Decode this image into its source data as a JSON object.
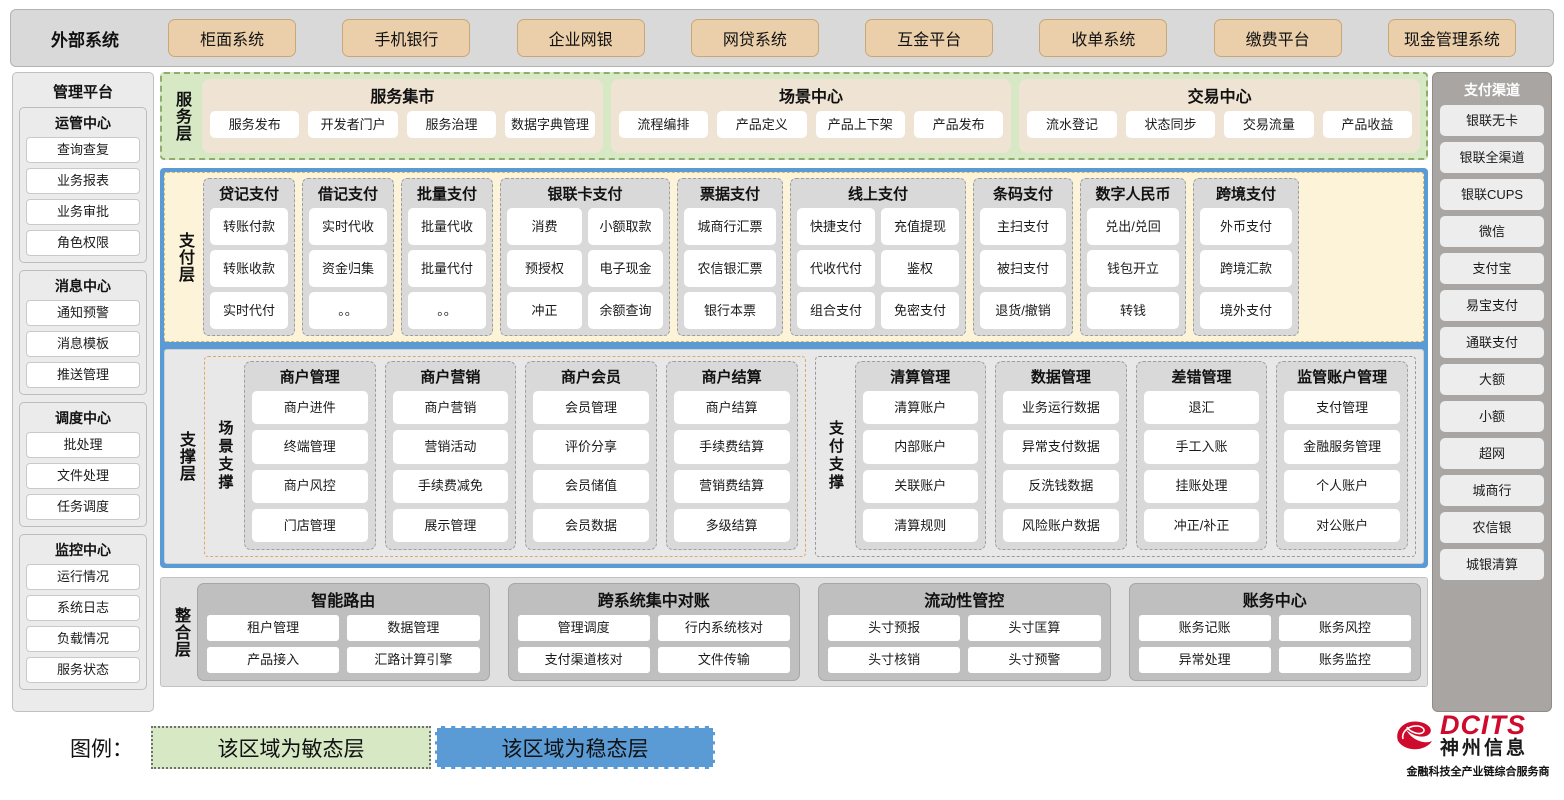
{
  "topbar": {
    "title": "外部系统",
    "items": [
      "柜面系统",
      "手机银行",
      "企业网银",
      "网贷系统",
      "互金平台",
      "收单系统",
      "缴费平台",
      "现金管理系统"
    ]
  },
  "left_sidebar": {
    "title": "管理平台",
    "groups": [
      {
        "title": "运管中心",
        "items": [
          "查询查复",
          "业务报表",
          "业务审批",
          "角色权限"
        ]
      },
      {
        "title": "消息中心",
        "items": [
          "通知预警",
          "消息模板",
          "推送管理"
        ]
      },
      {
        "title": "调度中心",
        "items": [
          "批处理",
          "文件处理",
          "任务调度"
        ]
      },
      {
        "title": "监控中心",
        "items": [
          "运行情况",
          "系统日志",
          "负载情况",
          "服务状态"
        ]
      }
    ]
  },
  "right_sidebar": {
    "title": "支付渠道",
    "items": [
      "银联无卡",
      "银联全渠道",
      "银联CUPS",
      "微信",
      "支付宝",
      "易宝支付",
      "通联支付",
      "大额",
      "小额",
      "超网",
      "城商行",
      "农信银",
      "城银清算"
    ]
  },
  "service_layer": {
    "label": "服务层",
    "groups": [
      {
        "title": "服务集市",
        "items": [
          "服务发布",
          "开发者门户",
          "服务治理",
          "数据字典管理"
        ]
      },
      {
        "title": "场景中心",
        "items": [
          "流程编排",
          "产品定义",
          "产品上下架",
          "产品发布"
        ]
      },
      {
        "title": "交易中心",
        "items": [
          "流水登记",
          "状态同步",
          "交易流量",
          "产品收益"
        ]
      }
    ]
  },
  "payment_layer": {
    "label": "支付层",
    "columns": [
      {
        "title": "贷记支付",
        "cols": 1,
        "width": 92,
        "items": [
          "转账付款",
          "转账收款",
          "实时代付"
        ]
      },
      {
        "title": "借记支付",
        "cols": 1,
        "width": 92,
        "items": [
          "实时代收",
          "资金归集",
          "。。"
        ]
      },
      {
        "title": "批量支付",
        "cols": 1,
        "width": 92,
        "items": [
          "批量代收",
          "批量代付",
          "。。"
        ]
      },
      {
        "title": "银联卡支付",
        "cols": 2,
        "width": 170,
        "items": [
          "消费",
          "小额取款",
          "预授权",
          "电子现金",
          "冲正",
          "余额查询"
        ]
      },
      {
        "title": "票据支付",
        "cols": 1,
        "width": 106,
        "items": [
          "城商行汇票",
          "农信银汇票",
          "银行本票"
        ]
      },
      {
        "title": "线上支付",
        "cols": 2,
        "width": 176,
        "items": [
          "快捷支付",
          "充值提现",
          "代收代付",
          "鉴权",
          "组合支付",
          "免密支付"
        ]
      },
      {
        "title": "条码支付",
        "cols": 1,
        "width": 100,
        "items": [
          "主扫支付",
          "被扫支付",
          "退货/撤销"
        ]
      },
      {
        "title": "数字人民币",
        "cols": 1,
        "width": 106,
        "items": [
          "兑出/兑回",
          "钱包开立",
          "转钱"
        ]
      },
      {
        "title": "跨境支付",
        "cols": 1,
        "width": 106,
        "items": [
          "外币支付",
          "跨境汇款",
          "境外支付"
        ]
      }
    ]
  },
  "support_layer": {
    "label": "支撑层",
    "scene": {
      "sublabel": "场景支撑",
      "columns": [
        {
          "title": "商户管理",
          "items": [
            "商户进件",
            "终端管理",
            "商户风控",
            "门店管理"
          ]
        },
        {
          "title": "商户营销",
          "items": [
            "商户营销",
            "营销活动",
            "手续费减免",
            "展示管理"
          ]
        },
        {
          "title": "商户会员",
          "items": [
            "会员管理",
            "评价分享",
            "会员储值",
            "会员数据"
          ]
        },
        {
          "title": "商户结算",
          "items": [
            "商户结算",
            "手续费结算",
            "营销费结算",
            "多级结算"
          ]
        }
      ]
    },
    "paysup": {
      "sublabel": "支付支撑",
      "columns": [
        {
          "title": "清算管理",
          "items": [
            "清算账户",
            "内部账户",
            "关联账户",
            "清算规则"
          ]
        },
        {
          "title": "数据管理",
          "items": [
            "业务运行数据",
            "异常支付数据",
            "反洗钱数据",
            "风险账户数据"
          ]
        },
        {
          "title": "差错管理",
          "items": [
            "退汇",
            "手工入账",
            "挂账处理",
            "冲正/补正"
          ]
        },
        {
          "title": "监管账户管理",
          "items": [
            "支付管理",
            "金融服务管理",
            "个人账户",
            "对公账户"
          ]
        }
      ]
    }
  },
  "integration_layer": {
    "label": "整合层",
    "columns": [
      {
        "title": "智能路由",
        "items": [
          "租户管理",
          "数据管理",
          "产品接入",
          "汇路计算引擎"
        ]
      },
      {
        "title": "跨系统集中对账",
        "items": [
          "管理调度",
          "行内系统核对",
          "支付渠道核对",
          "文件传输"
        ]
      },
      {
        "title": "流动性管控",
        "items": [
          "头寸预报",
          "头寸匡算",
          "头寸核销",
          "头寸预警"
        ]
      },
      {
        "title": "账务中心",
        "items": [
          "账务记账",
          "账务风控",
          "异常处理",
          "账务监控"
        ]
      }
    ]
  },
  "legend": {
    "label": "图例：",
    "agile": "该区域为敏态层",
    "stable": "该区域为稳态层"
  },
  "logo": {
    "brand_en": "DCITS",
    "brand_cn": "神州信息",
    "tagline": "金融科技全产业链综合服务商"
  },
  "colors": {
    "external_chip": "#ebcfab",
    "agile_green": "#d6e8c4",
    "stable_blue": "#5b9bd5",
    "payment_yellow": "#fdf3d9",
    "brand_red": "#cf0a2c"
  }
}
